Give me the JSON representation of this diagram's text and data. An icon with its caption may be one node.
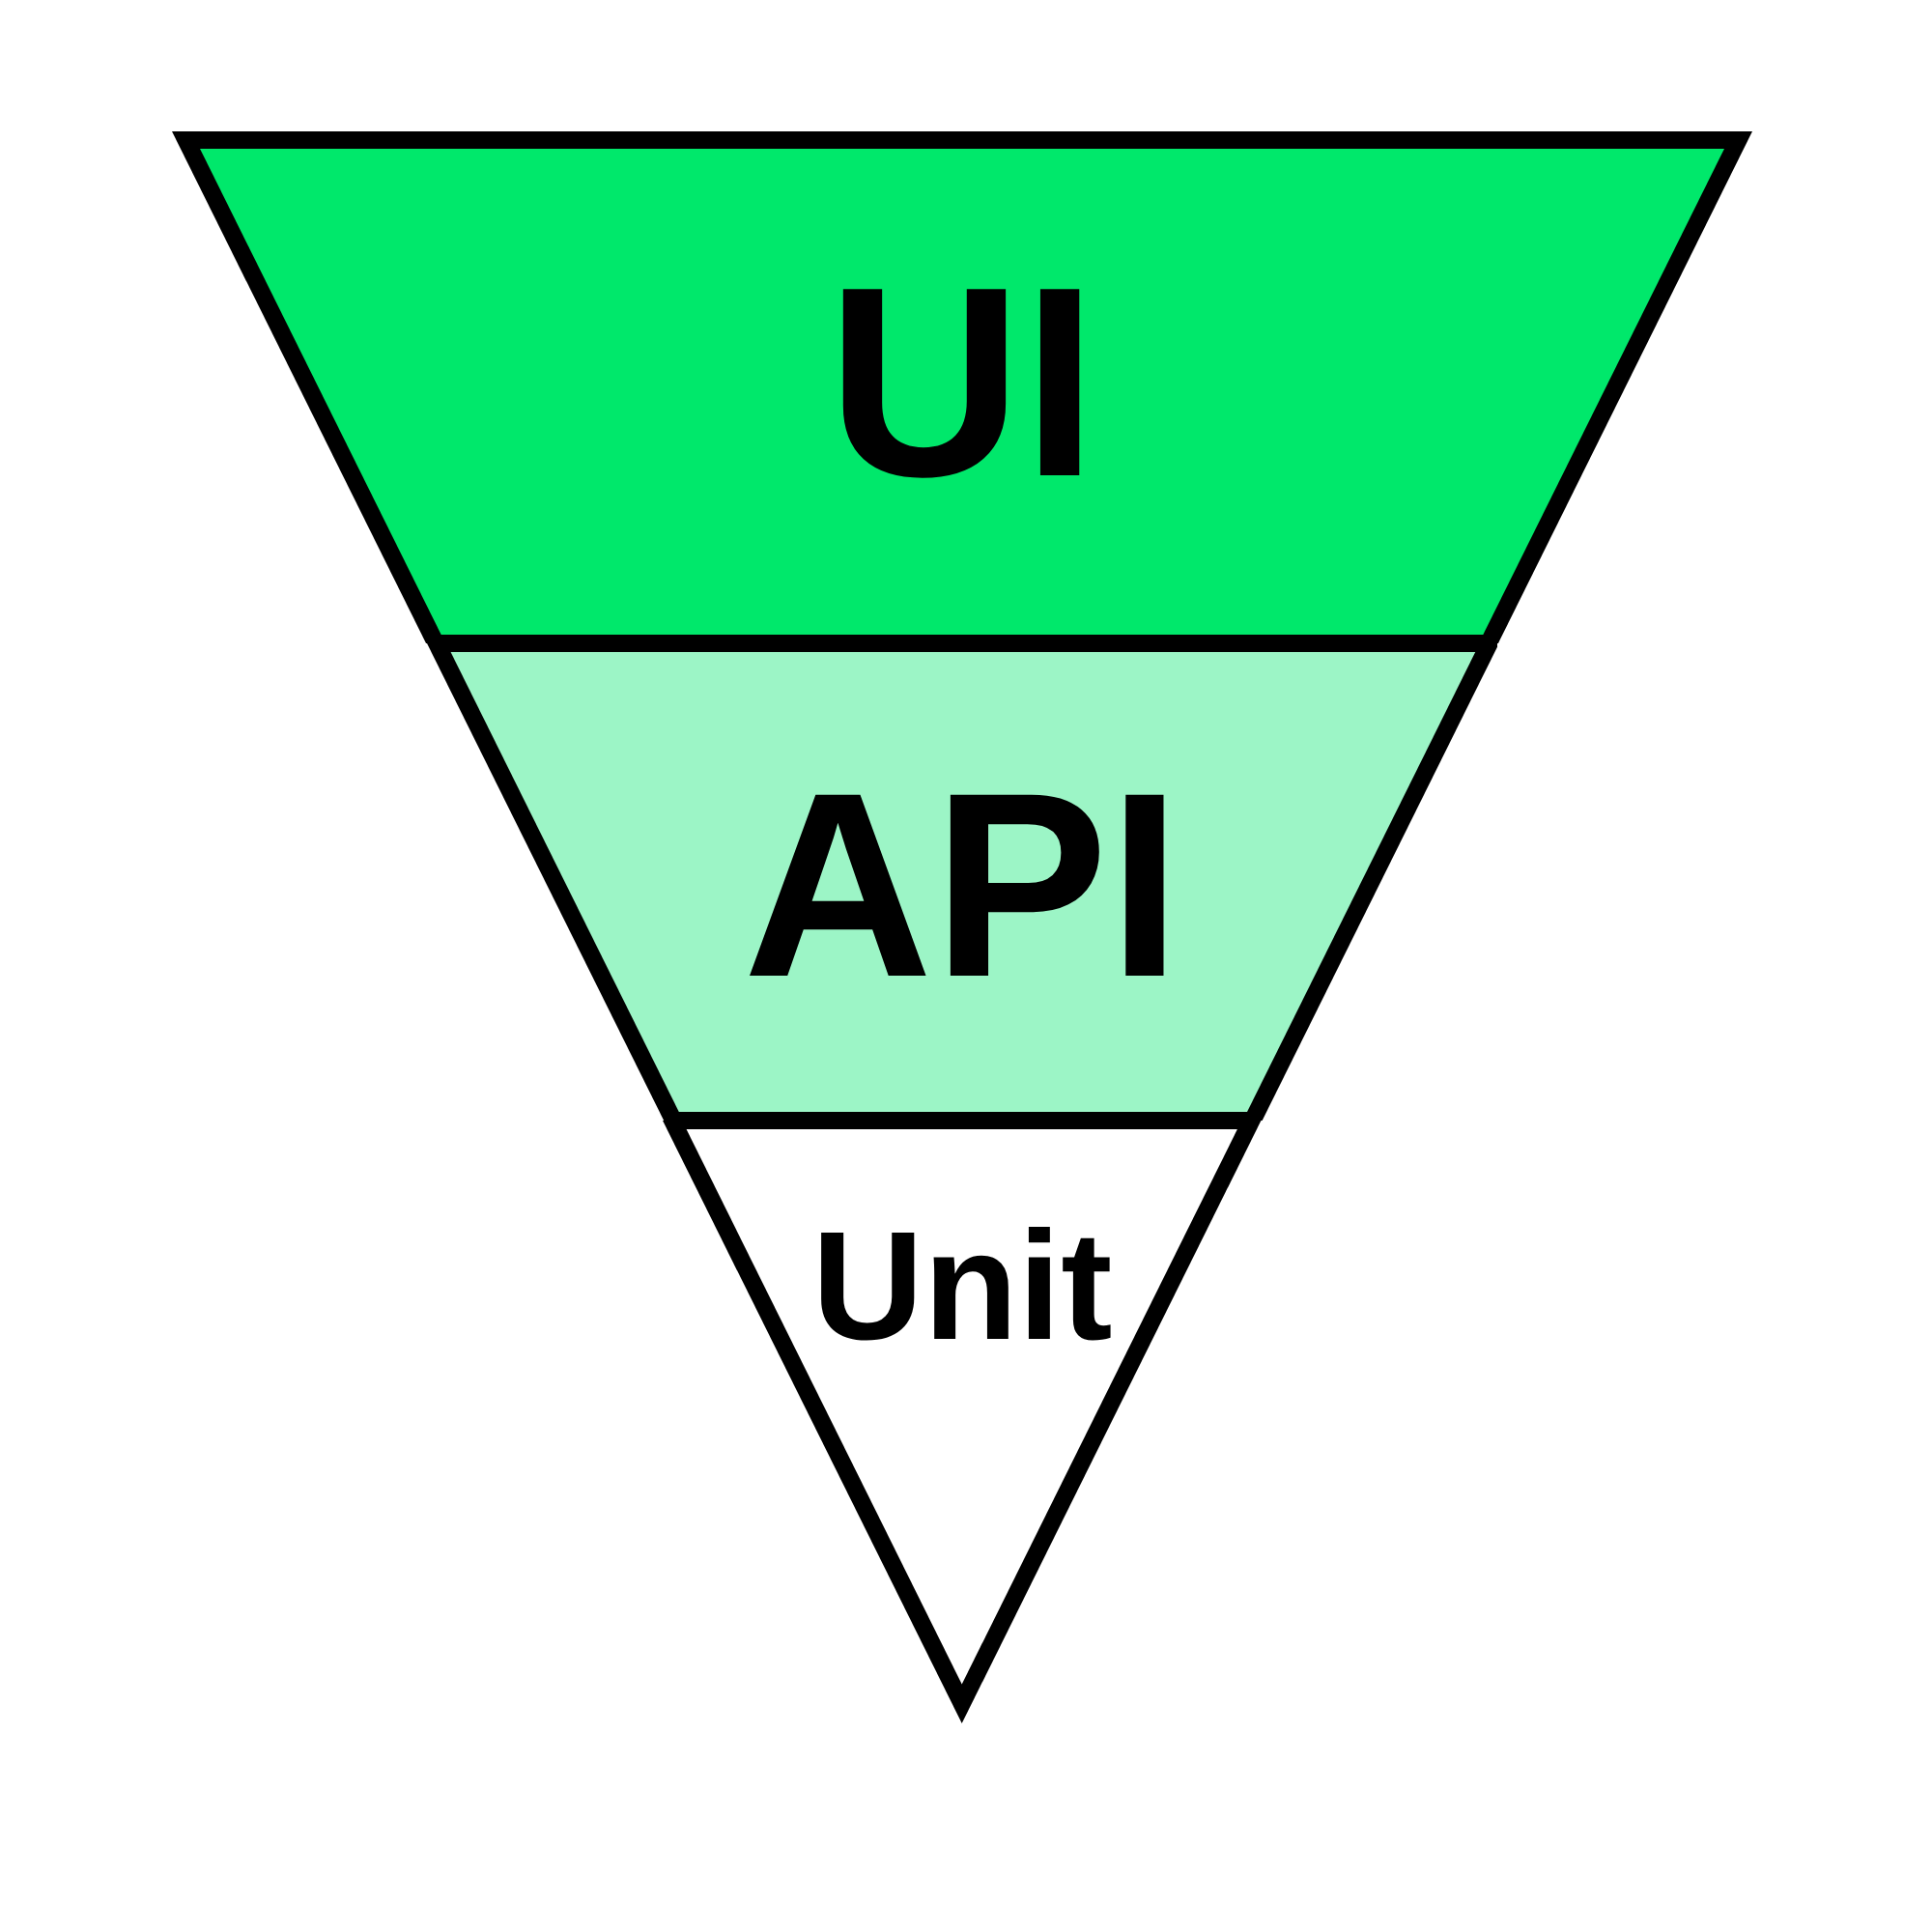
{
  "diagram": {
    "nodes": [
      {
        "text": [
          "UI"
        ]
      },
      {
        "text": [
          "API"
        ]
      },
      {
        "text": [
          "Unit"
        ]
      }
    ]
  }
}
